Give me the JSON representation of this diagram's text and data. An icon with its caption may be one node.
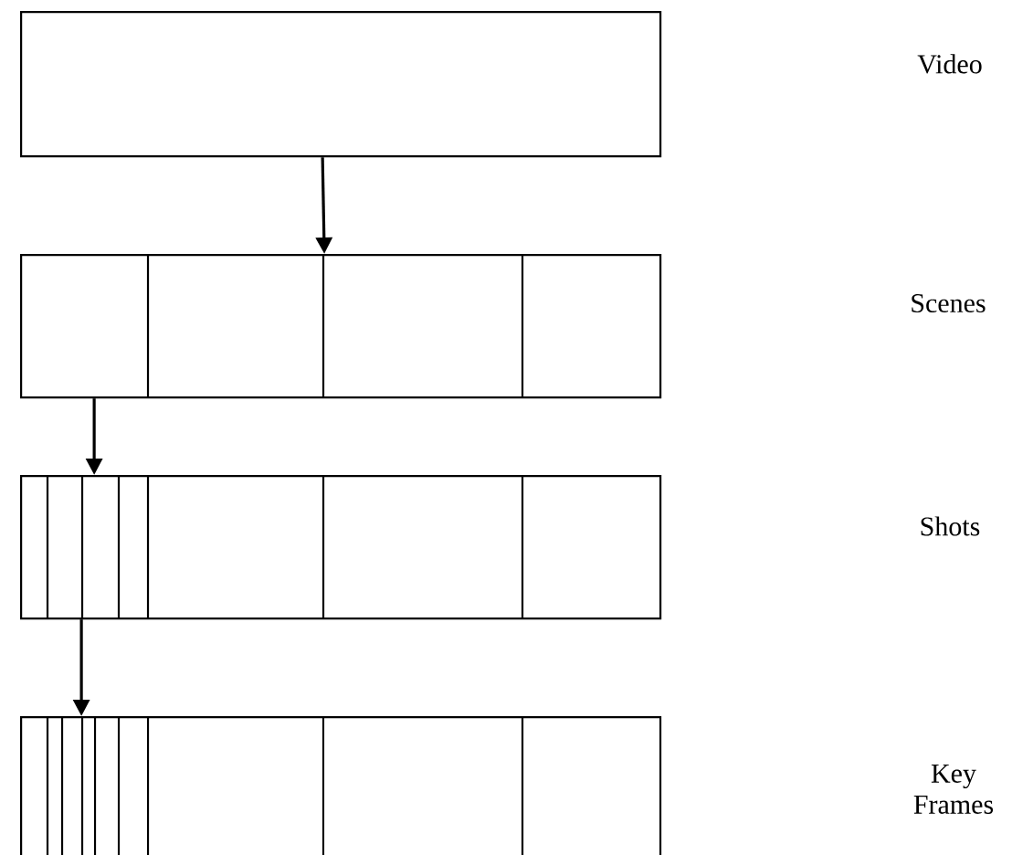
{
  "diagram": {
    "nodes": [
      {
        "text": [],
        "shape": "box"
      },
      {
        "text": [],
        "shape": "box"
      },
      {
        "text": [],
        "shape": "box"
      },
      {
        "text": [],
        "shape": "box"
      }
    ],
    "labels": [
      "Video",
      "Scenes",
      "Shots",
      "Key Frames"
    ],
    "edges": [
      {
        "from": 0,
        "to": 1,
        "arrow": "to"
      },
      {
        "from": 1,
        "to": 2,
        "arrow": "to"
      },
      {
        "from": 2,
        "to": 3,
        "arrow": "to"
      }
    ]
  }
}
